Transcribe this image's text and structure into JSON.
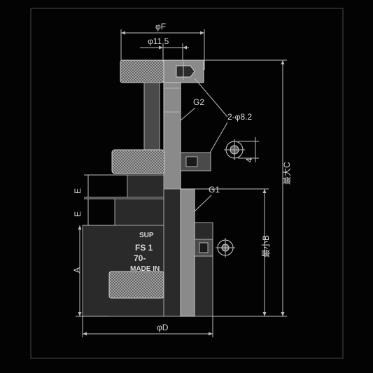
{
  "labels": {
    "phi_f": "φF",
    "phi_11_5": "φ11.5",
    "g2": "G2",
    "two_phi_8_2": "2-φ8.2",
    "four": "4",
    "max_c": "最大C",
    "g1": "G1",
    "min_b": "最小B",
    "e_upper": "E",
    "e_lower": "E",
    "a": "A",
    "phi_d": "φD",
    "brand": "SUP",
    "model_line1": "FS 1",
    "model_line2": "70-",
    "made_in": "MADE IN"
  },
  "colors": {
    "background": "#030303",
    "frame": "#4a4a4a",
    "line": "#cfcfcf"
  }
}
